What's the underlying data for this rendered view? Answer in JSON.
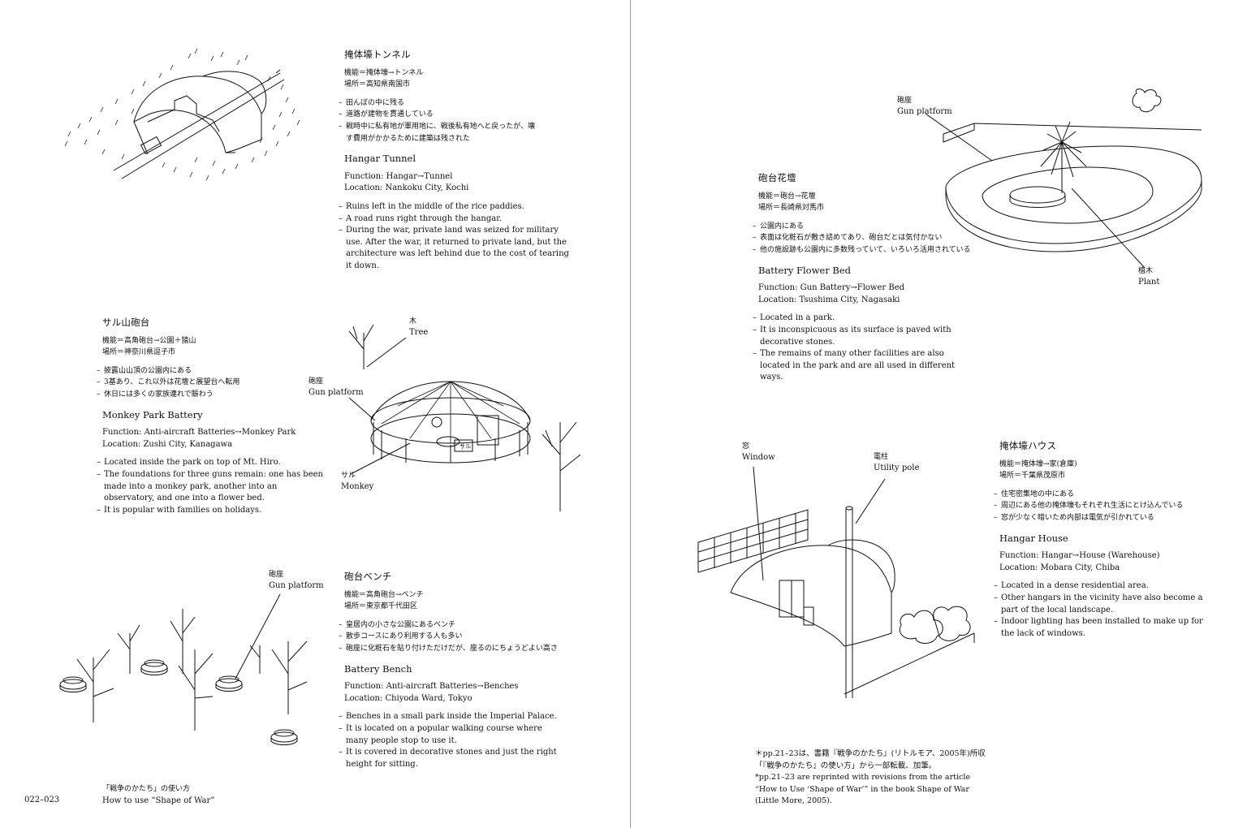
{
  "sections": {
    "hangar_tunnel": {
      "ja_title": "掩体壕トンネル",
      "ja_meta": [
        "機能＝掩体壕→トンネル",
        "場所＝高知県南国市"
      ],
      "ja_notes": [
        "田んぼの中に残る",
        "道路が建物を貫通している",
        "戦時中に私有地が軍用地に、戦後私有地へと戻ったが、壊す費用がかかるために建築は残された"
      ],
      "en_title": "Hangar Tunnel",
      "en_meta": [
        "Function: Hangar→Tunnel",
        "Location: Nankoku City, Kochi"
      ],
      "en_notes": [
        "Ruins left in the middle of the rice paddies.",
        "A road runs right through the hangar.",
        "During the war, private land was seized for military use. After the war, it returned to private land, but the architecture was left behind due to the cost of tearing it down."
      ]
    },
    "monkey_park": {
      "ja_title": "サル山砲台",
      "ja_meta": [
        "機能＝高角砲台→公園＋猿山",
        "場所＝神奈川県逗子市"
      ],
      "ja_notes": [
        "披露山山頂の公園内にある",
        "3基あり、これ以外は花壇と展望台へ転用",
        "休日には多くの家族連れで賑わう"
      ],
      "en_title": "Monkey Park Battery",
      "en_meta": [
        "Function: Anti-aircraft Batteries→Monkey Park",
        "Location: Zushi City, Kanagawa"
      ],
      "en_notes": [
        "Located inside the park on top of Mt. Hiro.",
        "The foundations for three guns remain: one has been made into a monkey park, another into an observatory, and one into a flower bed.",
        "It is popular with families on holidays."
      ]
    },
    "battery_bench": {
      "ja_title": "砲台ベンチ",
      "ja_meta": [
        "機能＝高角砲台→ベンチ",
        "場所＝東京都千代田区"
      ],
      "ja_notes": [
        "皇居内の小さな公園にあるベンチ",
        "散歩コースにあり利用する人も多い",
        "砲座に化粧石を貼り付けただけだが、座るのにちょうどよい高さ"
      ],
      "en_title": "Battery Bench",
      "en_meta": [
        "Function: Anti-aircraft Batteries→Benches",
        "Location: Chiyoda Ward, Tokyo"
      ],
      "en_notes": [
        "Benches in a small park inside the Imperial Palace.",
        "It is located on a popular walking course where many people stop to use it.",
        "It is covered in decorative stones and just the right height for sitting."
      ]
    },
    "flower_bed": {
      "ja_title": "砲台花壇",
      "ja_meta": [
        "機能＝砲台→花壇",
        "場所＝長崎県対馬市"
      ],
      "ja_notes": [
        "公園内にある",
        "表面は化粧石が敷き詰めてあり、砲台だとは気付かない",
        "他の施設跡も公園内に多数残っていて、いろいろ活用されている"
      ],
      "en_title": "Battery Flower Bed",
      "en_meta": [
        "Function: Gun Battery→Flower Bed",
        "Location: Tsushima City, Nagasaki"
      ],
      "en_notes": [
        "Located in a park.",
        "It is inconspicuous as its surface is paved with decorative stones.",
        "The remains of many other facilities are also located in the park and are all used in different ways."
      ]
    },
    "hangar_house": {
      "ja_title": "掩体壕ハウス",
      "ja_meta": [
        "機能＝掩体壕→家(倉庫)",
        "場所＝千葉県茂原市"
      ],
      "ja_notes": [
        "住宅密集地の中にある",
        "周辺にある他の掩体壕もそれぞれ生活にとけ込んでいる",
        "窓が少なく暗いため内部は電気が引かれている"
      ],
      "en_title": "Hangar House",
      "en_meta": [
        "Function: Hangar→House (Warehouse)",
        "Location: Mobara City, Chiba"
      ],
      "en_notes": [
        "Located in a dense residential area.",
        "Other hangars in the vicinity have also become a part of the local landscape.",
        "Indoor lighting has been installed to make up for the lack of windows."
      ]
    }
  },
  "labels": {
    "tree": {
      "ja": "木",
      "en": "Tree"
    },
    "gun_platform_monkey": {
      "ja": "砲座",
      "en": "Gun platform"
    },
    "monkey": {
      "ja": "サル",
      "en": "Monkey"
    },
    "monkey_sign": "サル",
    "gun_platform_bench": {
      "ja": "砲座",
      "en": "Gun platform"
    },
    "gun_platform_flower": {
      "ja": "砲座",
      "en": "Gun platform"
    },
    "plant": {
      "ja": "植木",
      "en": "Plant"
    },
    "window": {
      "ja": "窓",
      "en": "Window"
    },
    "utility_pole": {
      "ja": "電柱",
      "en": "Utility pole"
    }
  },
  "footer": {
    "folio": "022–023",
    "caption_ja": "「戦争のかたち」の使い方",
    "caption_en": "How to use “Shape of War”",
    "note_lines": [
      "＊pp.21–23は、書籍『戦争のかたち』(リトルモア、2005年)所収",
      "「『戦争のかたち』の使い方」から一部転載、加筆。",
      "*pp.21–23 are reprinted with revisions from the article",
      "“How to Use ‘Shape of War’” in the book Shape of War",
      "(Little More, 2005)."
    ]
  },
  "colors": {
    "ink": "#111111",
    "paper": "#ffffff",
    "gutter": "#9a9a9a"
  },
  "icons": [
    "hangar-tunnel-illustration",
    "monkey-park-illustration",
    "battery-bench-illustration",
    "flower-bed-illustration",
    "hangar-house-illustration"
  ]
}
